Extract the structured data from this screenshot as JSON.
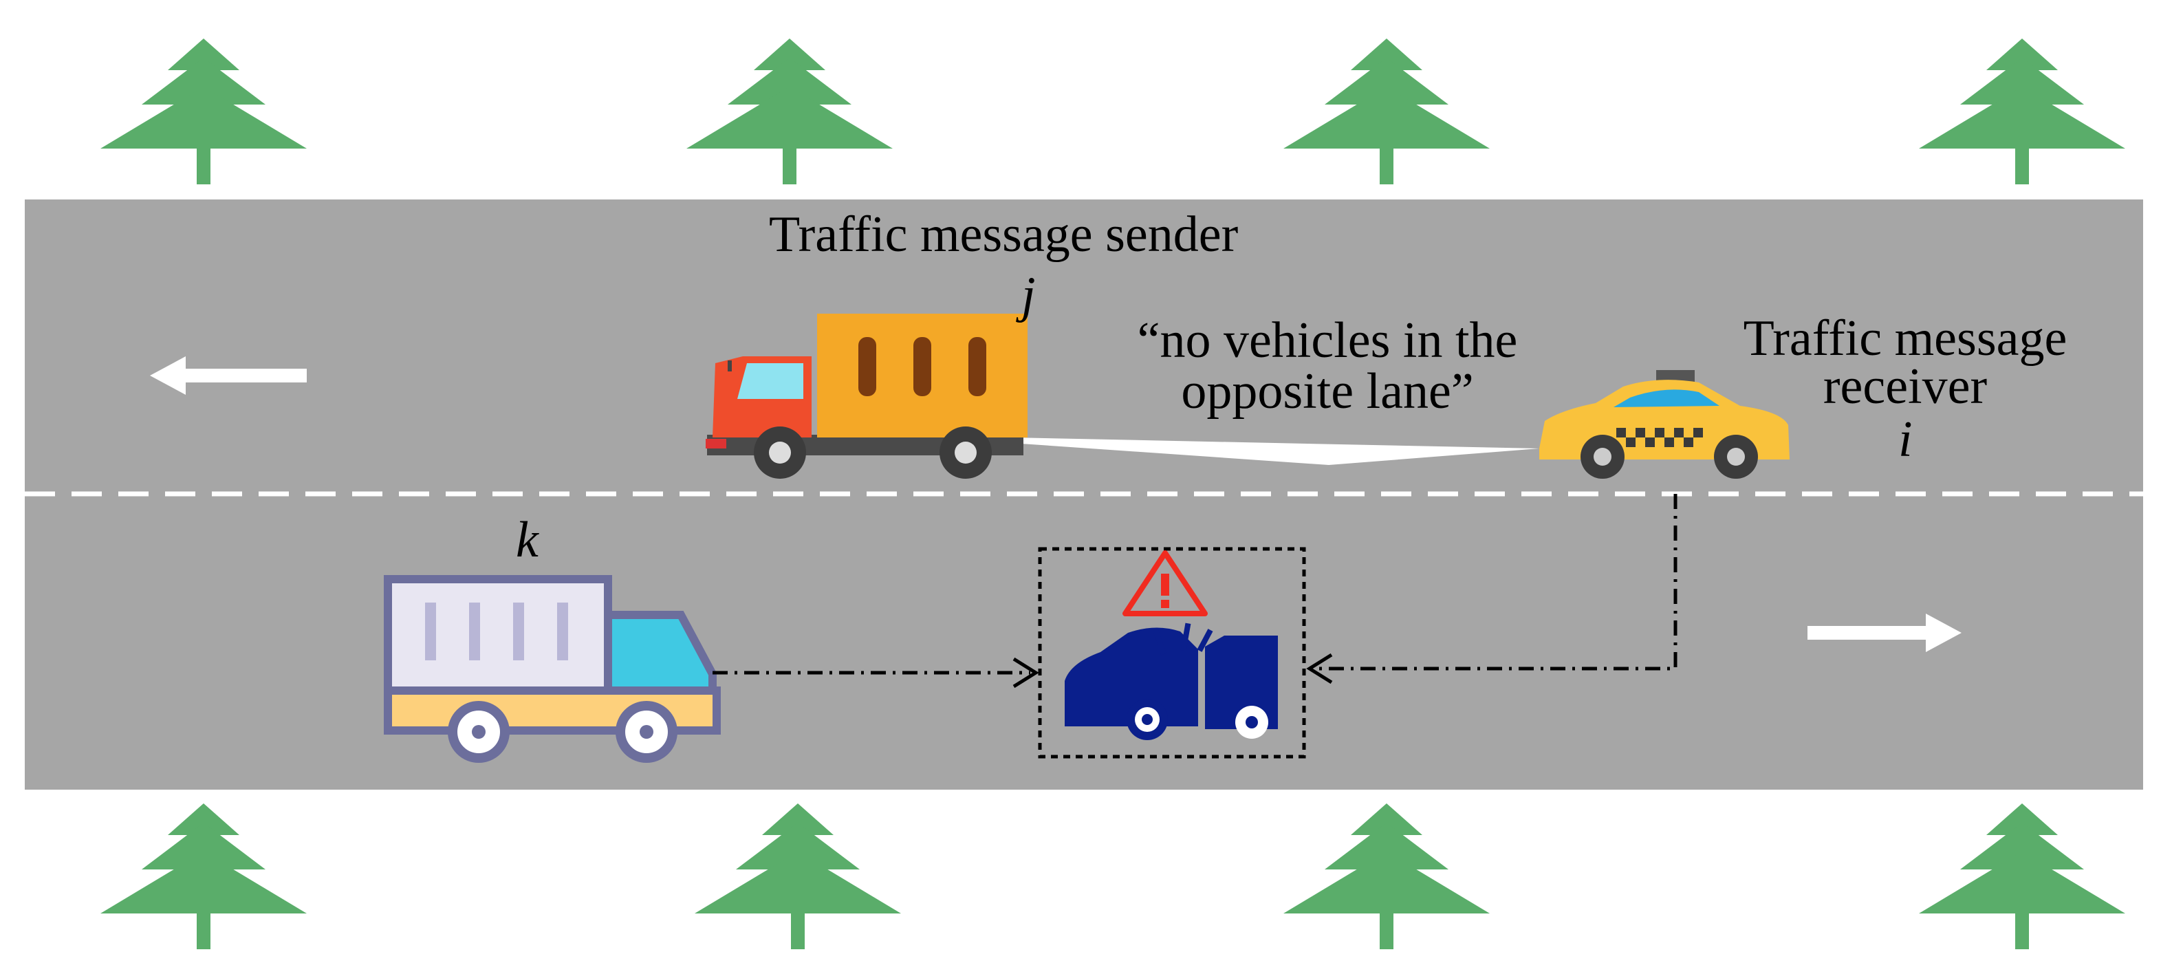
{
  "labels": {
    "sender": "Traffic message sender",
    "sender_var": "j",
    "message": "“no vehicles in the opposite lane”",
    "receiver": "Traffic message receiver",
    "receiver_var": "i",
    "third_var": "k"
  },
  "colors": {
    "road": "#a6a6a6",
    "tree": "#5aad6a",
    "lane_line": "#ffffff",
    "arrow": "#ffffff",
    "sender_truck_cargo": "#f4a827",
    "sender_truck_cab": "#ef4d2c",
    "taxi": "#f9c23c",
    "third_truck_box": "#e8e6f2",
    "third_truck_base": "#fdd07c",
    "third_truck_outline": "#6c6e9c",
    "accident_icon": "#0a1f8c",
    "warning": "#f02b20"
  },
  "icons": {
    "trees": "pine-tree-icon",
    "sender": "cargo-truck-icon",
    "receiver": "taxi-icon",
    "third": "box-truck-icon",
    "accident": "car-crash-icon",
    "warning": "warning-triangle-icon"
  },
  "directions": {
    "upper_lane": "left",
    "lower_lane": "right"
  }
}
